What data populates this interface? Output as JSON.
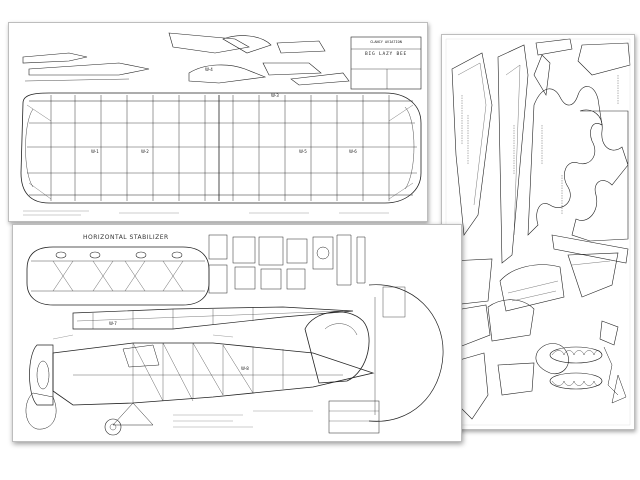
{
  "plans": {
    "horizontal_stabilizer_label": "HORIZONTAL STABILIZER",
    "title_block": {
      "line1": "CLANCY AVIATION",
      "line2": "BIG LAZY BEE"
    },
    "parts": [
      {
        "id": "W1",
        "label": "W-1"
      },
      {
        "id": "W2",
        "label": "W-2"
      },
      {
        "id": "W3",
        "label": "W-3"
      },
      {
        "id": "W4",
        "label": "W-4"
      },
      {
        "id": "W5",
        "label": "W-5"
      },
      {
        "id": "W6",
        "label": "W-6"
      },
      {
        "id": "W7",
        "label": "W-7"
      },
      {
        "id": "W8",
        "label": "W-8"
      }
    ]
  }
}
